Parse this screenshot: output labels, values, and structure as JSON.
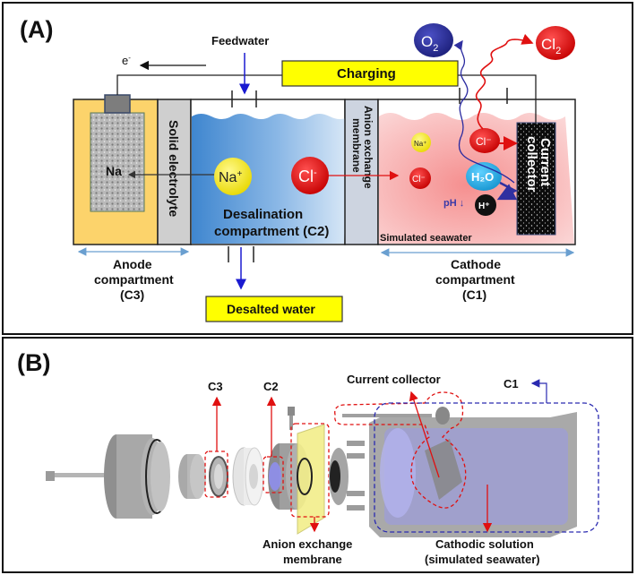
{
  "panel_a": {
    "label": "(A)",
    "feedwater": "Feedwater",
    "electron": "e",
    "electron_sup": "-",
    "charging": "Charging",
    "o2": "O",
    "o2_sub": "2",
    "cl2": "Cl",
    "cl2_sub": "2",
    "na_electrode": "Na",
    "solid_electrolyte": "Solid electrolyte",
    "na_ion": "Na",
    "na_ion_sup": "+",
    "cl_ion": "Cl",
    "cl_ion_sup": "-",
    "desal_line1": "Desalination",
    "desal_line2": "compartment (C2)",
    "aem_line1": "Anion exchange",
    "aem_line2": "membrane",
    "cathode_na": "Na⁺",
    "cathode_cl": "Cl⁻",
    "cathode_cl_top": "Cl⁻",
    "h2o": "H₂O",
    "h_plus": "H⁺",
    "ph": "pH ↓",
    "current_collector_line1": "Current",
    "current_collector_line2": "collector",
    "simulated_seawater": "Simulated seawater",
    "anode_line1": "Anode",
    "anode_line2": "compartment",
    "anode_line3": "(C3)",
    "cathode_line1": "Cathode",
    "cathode_line2": "compartment",
    "cathode_line3": "(C1)",
    "desalted_water": "Desalted water",
    "colors": {
      "anode": "#fcd36b",
      "yellow_box": "#ffff00",
      "na_ion": "#f5e81c",
      "cl_ion": "#e01010",
      "o2": "#2a2d9c",
      "h2o": "#2ab0e8",
      "desal_dark": "#3f86cf",
      "cathode_pink": "#f6a7a7"
    }
  },
  "panel_b": {
    "label": "(B)",
    "c3": "C3",
    "c2": "C2",
    "current_collector": "Current collector",
    "c1": "C1",
    "aem_line1": "Anion exchange",
    "aem_line2": "membrane",
    "cathodic_line1": "Cathodic solution",
    "cathodic_line2": "(simulated seawater)"
  }
}
